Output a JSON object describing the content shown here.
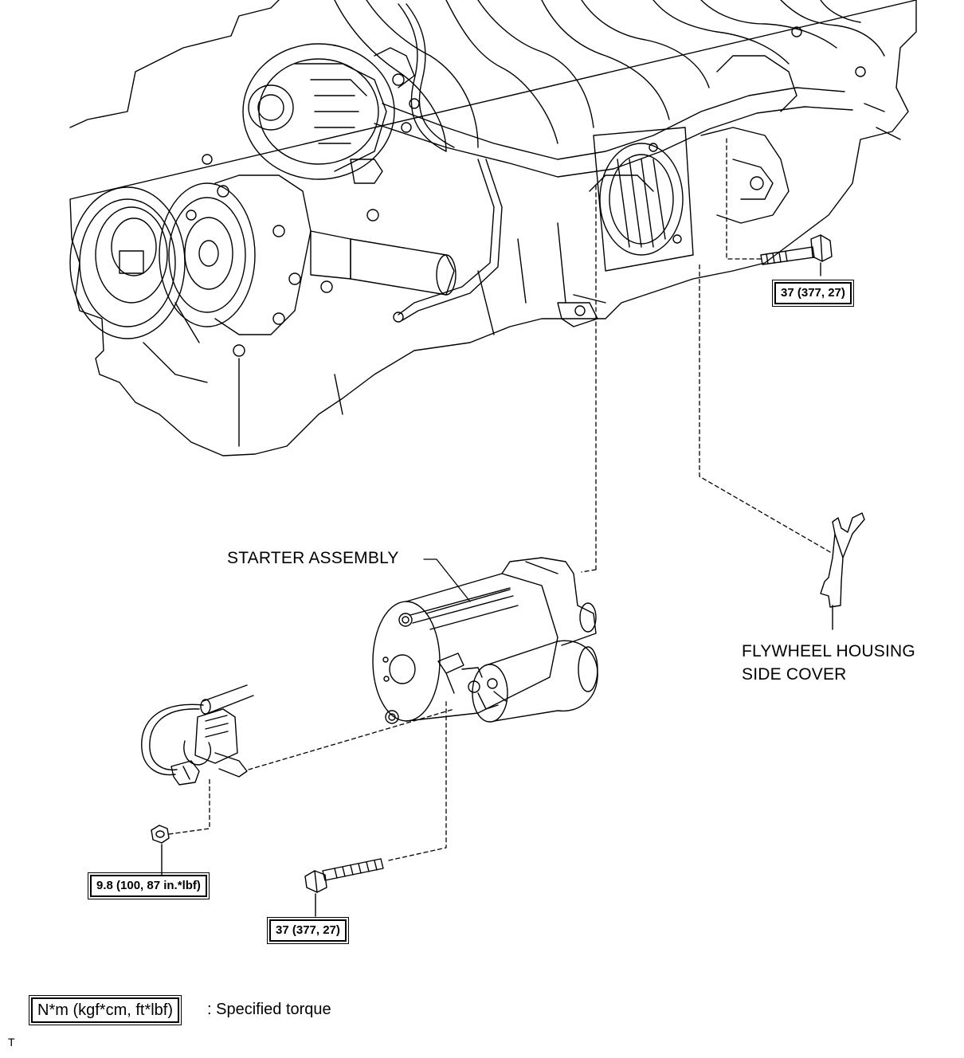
{
  "labels": {
    "starter_assembly": "STARTER ASSEMBLY",
    "flywheel_line1": "FLYWHEEL HOUSING",
    "flywheel_line2": "SIDE COVER"
  },
  "torques": {
    "bolt_upper_right": "37 (377, 27)",
    "nut_terminal": "9.8 (100, 87 in.*lbf)",
    "bolt_lower": "37 (377, 27)"
  },
  "legend": {
    "unit_box": "N*m (kgf*cm, ft*lbf)",
    "description": ": Specified torque"
  },
  "footer_code": "T"
}
